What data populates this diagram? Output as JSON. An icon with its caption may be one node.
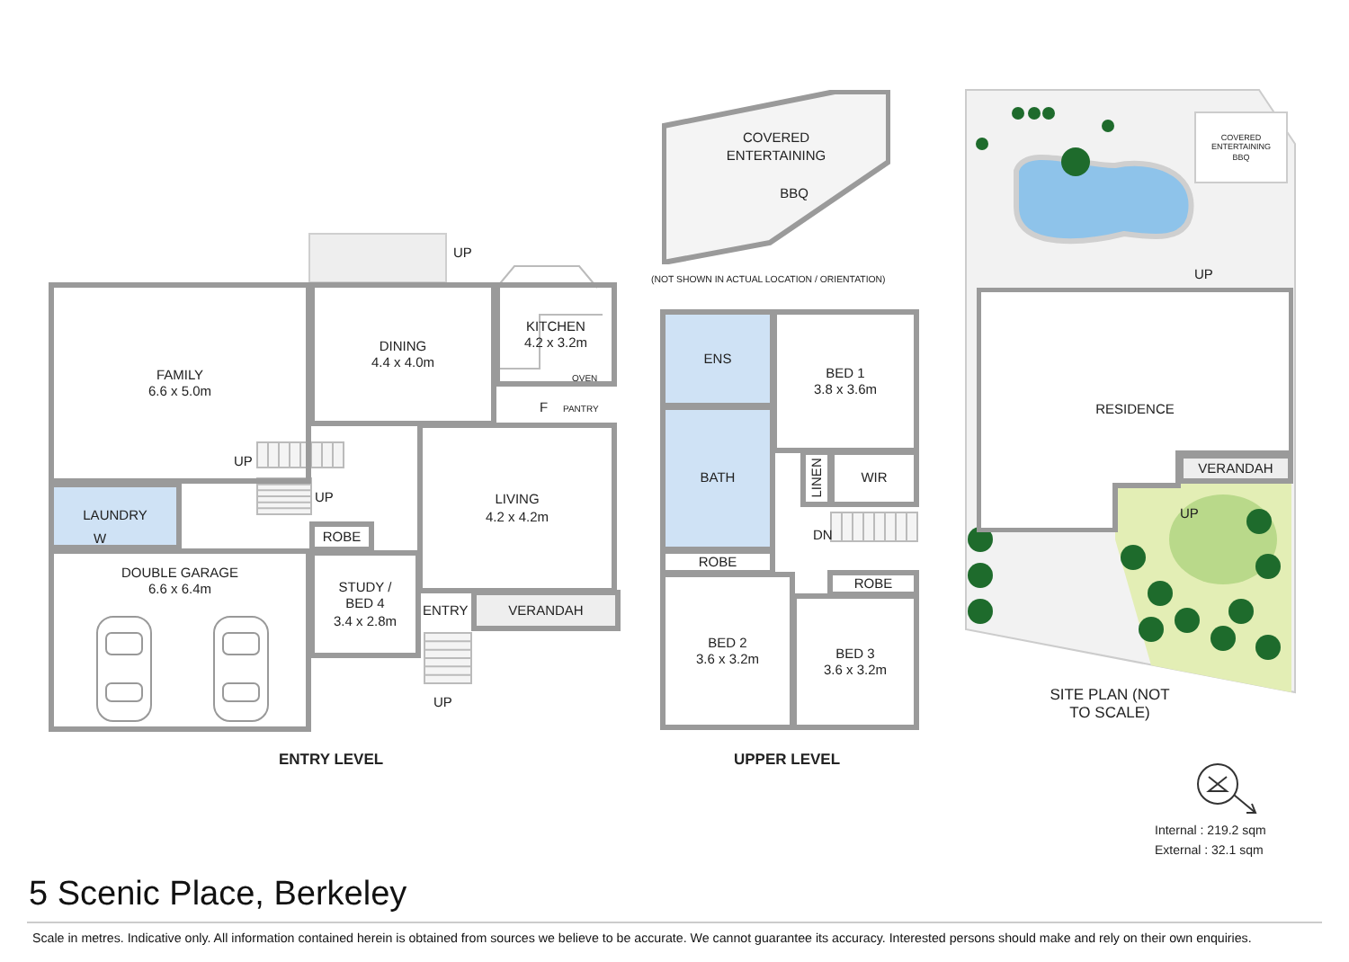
{
  "diagram": {
    "title": "5 Scenic Place, Berkeley",
    "caption": "Scale in metres. Indicative only. All information contained herein is obtained from sources we believe to be accurate. We cannot guarantee its accuracy. Interested persons should make and rely on their own enquiries.",
    "nodes": [
      {
        "text": [
          "FAMILY",
          "6.6 x 5.0m"
        ]
      },
      {
        "text": [
          "DINING",
          "4.4 x 4.0m"
        ]
      },
      {
        "text": [
          "KITCHEN",
          "4.2 x 3.2m"
        ]
      },
      {
        "text": [
          "LIVING",
          "4.2 x 4.2m"
        ]
      },
      {
        "text": [
          "LAUNDRY"
        ]
      },
      {
        "text": [
          "DOUBLE GARAGE",
          "6.6 x 6.4m"
        ]
      },
      {
        "text": [
          "ROBE"
        ]
      },
      {
        "text": [
          "STUDY / BED 4",
          "3.4 x 2.8m"
        ]
      },
      {
        "text": [
          "VERANDAH"
        ]
      },
      {
        "text": [
          "COVERED ENTERTAINING",
          "BBQ"
        ]
      },
      {
        "text": [
          "ENS"
        ]
      },
      {
        "text": [
          "BED 1",
          "3.8 x 3.6m"
        ]
      },
      {
        "text": [
          "BATH"
        ]
      },
      {
        "text": [
          "LINEN"
        ]
      },
      {
        "text": [
          "WIR"
        ]
      },
      {
        "text": [
          "ROBE"
        ]
      },
      {
        "text": [
          "ROBE"
        ]
      },
      {
        "text": [
          "BED 2",
          "3.6 x 3.2m"
        ]
      },
      {
        "text": [
          "BED 3",
          "3.6 x 3.2m"
        ]
      },
      {
        "text": [
          "RESIDENCE"
        ]
      },
      {
        "text": [
          "VERANDAH"
        ]
      },
      {
        "text": [
          "COVERED ENTERTAINING",
          "BBQ"
        ]
      }
    ],
    "edges": [],
    "labels": [
      "UP",
      "OVEN",
      "F",
      "PANTRY",
      "UP",
      "UP",
      "W",
      "ENTRY",
      "UP",
      "ENTRY LEVEL",
      "(NOT SHOWN IN ACTUAL LOCATION / ORIENTATION)",
      "DN",
      "UPPER LEVEL",
      "UP",
      "UP",
      "SITE PLAN (NOT TO SCALE)",
      "Internal : 219.2 sqm",
      "External : 32.1 sqm"
    ]
  }
}
